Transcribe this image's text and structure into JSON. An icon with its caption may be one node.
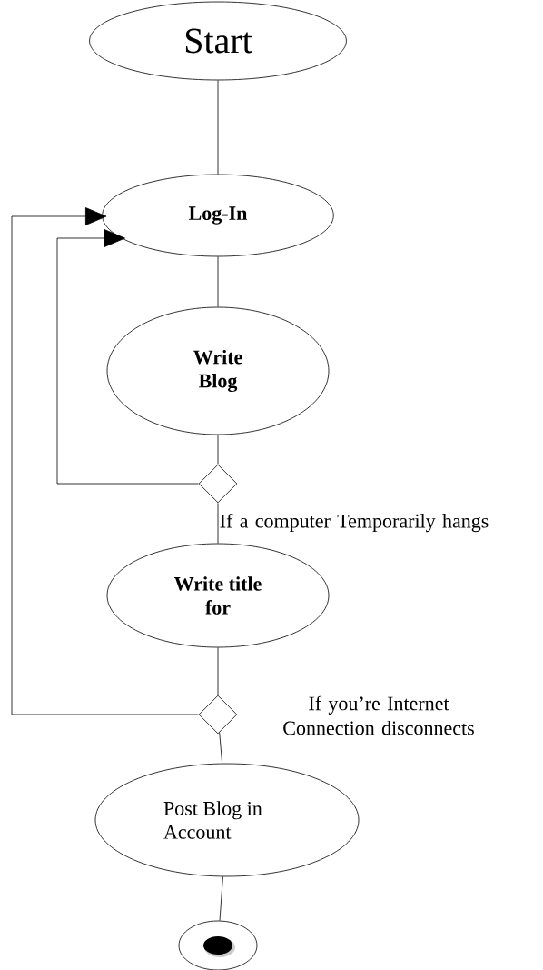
{
  "diagram": {
    "nodes": [
      {
        "text": [
          "Start"
        ]
      },
      {
        "text": [
          "Log-In"
        ]
      },
      {
        "text": [
          "Write Blog"
        ]
      },
      {
        "text": [],
        "shape": "diamond",
        "beside": [
          "If a computer Temporarily hangs"
        ]
      },
      {
        "text": [
          "Write title for"
        ]
      },
      {
        "text": [],
        "shape": "diamond",
        "beside": [
          "If you’re Internet Connection disconnects"
        ]
      },
      {
        "text": [
          "Post Blog in Account"
        ]
      },
      {
        "text": [],
        "shape": "circle"
      }
    ],
    "edges": [
      {
        "from": 0,
        "to": 1,
        "arrow": "none"
      },
      {
        "from": 1,
        "to": 2,
        "arrow": "none"
      },
      {
        "from": 2,
        "to": 3,
        "arrow": "none"
      },
      {
        "from": 3,
        "to": 4,
        "arrow": "none"
      },
      {
        "from": 4,
        "to": 5,
        "arrow": "none"
      },
      {
        "from": 5,
        "to": 6,
        "arrow": "none"
      },
      {
        "from": 6,
        "to": 7,
        "arrow": "none"
      },
      {
        "from": 3,
        "to": 1,
        "arrow": "to"
      },
      {
        "from": 5,
        "to": 1,
        "arrow": "to"
      }
    ]
  }
}
